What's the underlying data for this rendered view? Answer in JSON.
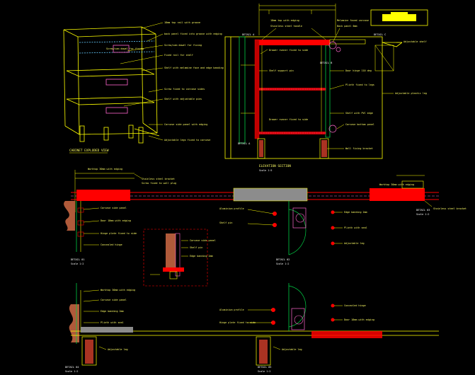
{
  "drawing": {
    "background": "#000000",
    "colors": {
      "linework": "#ffff00",
      "red_members": "#ff0000",
      "green": "#00cc44",
      "magenta": "#ff66cc",
      "cyan": "#66ccff",
      "grey": "#8c8c8c",
      "brown": "#b05a3a"
    },
    "titles": {
      "cabinet_iso": "CABINET EXPLODED VIEW",
      "section_a": "DETAIL A",
      "section_b": "DETAIL B",
      "section_c": "DETAIL C",
      "elevation": "ELEVATION SECTION",
      "elevation_scale": "Scale 1:5",
      "detail_1": "DETAIL 01",
      "detail_1_scale": "Scale 1:2",
      "detail_2": "DETAIL 02",
      "detail_2_scale": "Scale 1:2",
      "detail_3": "DETAIL 03",
      "detail_3_scale": "Scale 1:2",
      "detail_4": "DETAIL 04",
      "detail_4_scale": "Scale 1:2",
      "detail_5": "DETAIL 05",
      "detail_5_scale": "Scale 1:2"
    },
    "iso_notes": [
      "18mm top rail with groove",
      "back panel fixed into groove with edging",
      "Screw/cam dowel for fixing",
      "Fixed rail for shelf",
      "Shelf with melamine face and edge banding",
      "Screw fixed to carcase sides",
      "Shelf with adjustable pins",
      "Carcase side panel with edging",
      "Adjustable legs fixed to carcase"
    ],
    "elevation_notes": [
      "18mm top with edging",
      "Stainless steel handle",
      "Melamine faced carcase",
      "Back panel 6mm",
      "Adjustable shelf",
      "Drawer runner fixed to side",
      "Shelf support pin",
      "Door hinge 110 deg",
      "Plinth fixed to legs",
      "Adjustable plastic leg",
      "Shelf with PVC edge",
      "Carcase bottom panel",
      "Wall fixing bracket"
    ],
    "detail_notes": [
      "Worktop 30mm with edging",
      "Stainless steel bracket",
      "Screw fixed to wall plug",
      "Carcase side panel",
      "Door 18mm with edging",
      "Hinge plate fixed to side",
      "Concealed hinge",
      "Aluminium profile",
      "Shelf pin",
      "Edge banding 2mm",
      "Plinth with seal",
      "Adjustable leg"
    ],
    "section_letters": [
      "A",
      "B",
      "C",
      "D"
    ]
  }
}
